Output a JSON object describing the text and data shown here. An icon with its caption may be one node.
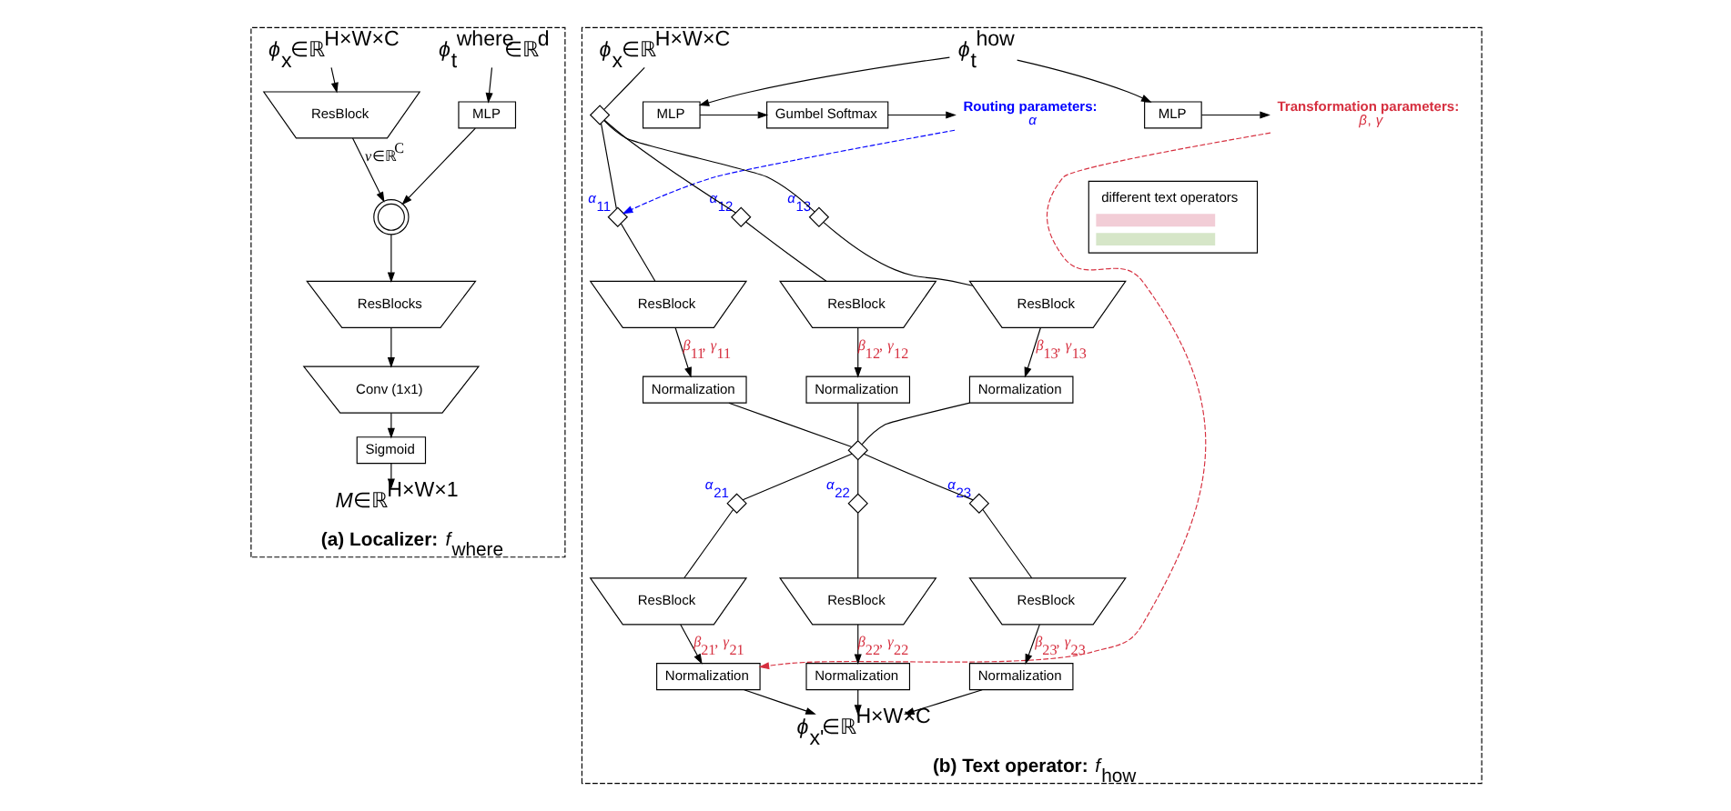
{
  "diagram": {
    "nodes": [
      {
        "text": [
          "**(a) Localizer:** *f*$_{where}$"
        ]
      },
      {
        "text": [
          "*ϕ*$_{t}$$^{where}$∈ℝ$^{d}$"
        ],
        "in": 0
      },
      {
        "text": [
          "MLP"
        ],
        "in": 0
      },
      {
        "text": [
          "*ϕ*$_{x}$∈ℝ$^{H×W×C}$"
        ],
        "in": 0
      },
      {
        "text": [
          "ResBlock"
        ],
        "in": 0
      },
      {
        "text": [],
        "shape": "circle",
        "in": 0
      },
      {
        "text": [
          "ResBlocks"
        ],
        "in": 0
      },
      {
        "text": [
          "Conv (1x1)"
        ],
        "in": 0
      },
      {
        "text": [
          "Sigmoid"
        ],
        "in": 0
      },
      {
        "text": [
          "*M*∈ℝ$^{H×W×1}$"
        ],
        "in": 0
      },
      {
        "text": [
          "**(b) Text operator:** *f*$_{how}$"
        ]
      },
      {
        "text": [
          "*ϕ*$_{t}$$^{how}$"
        ],
        "in": 10
      },
      {
        "text": [
          "MLP"
        ],
        "in": 10
      },
      {
        "text": [
          "Gumbel Softmax"
        ],
        "in": 10
      },
      {
        "text": [
          "Routing parameters:",
          "*α*"
        ],
        "in": 10
      },
      {
        "text": [
          "MLP"
        ],
        "in": 10
      },
      {
        "text": [
          "Transformation parameters:",
          "*β*, *γ*"
        ],
        "in": 10
      },
      {
        "text": [
          "*ϕ*$_{x}$∈ℝ$^{H×W×C}$"
        ],
        "in": 10
      },
      {
        "text": [],
        "shape": "diamond",
        "in": 10
      },
      {
        "text": [],
        "shape": "diamond",
        "beside": [
          "*α*$_{11}$"
        ],
        "in": 10
      },
      {
        "text": [],
        "shape": "diamond",
        "beside": [
          "*α*$_{12}$"
        ],
        "in": 10
      },
      {
        "text": [],
        "shape": "diamond",
        "beside": [
          "*α*$_{13}$"
        ],
        "in": 10
      },
      {
        "text": [
          "ResBlock"
        ],
        "in": 10
      },
      {
        "text": [
          "ResBlock"
        ],
        "in": 10
      },
      {
        "text": [
          "ResBlock"
        ],
        "in": 10
      },
      {
        "text": [
          "Normalization"
        ],
        "in": 10
      },
      {
        "text": [
          "Normalization"
        ],
        "in": 10
      },
      {
        "text": [
          "Normalization"
        ],
        "in": 10
      },
      {
        "text": [],
        "shape": "diamond",
        "in": 10
      },
      {
        "text": [],
        "shape": "diamond",
        "beside": [
          "*α*$_{21}$"
        ],
        "in": 10
      },
      {
        "text": [],
        "shape": "diamond",
        "beside": [
          "*α*$_{22}$"
        ],
        "in": 10
      },
      {
        "text": [],
        "shape": "diamond",
        "beside": [
          "*α*$_{23}$"
        ],
        "in": 10
      },
      {
        "text": [
          "ResBlock"
        ],
        "in": 10
      },
      {
        "text": [
          "ResBlock"
        ],
        "in": 10
      },
      {
        "text": [
          "ResBlock"
        ],
        "in": 10
      },
      {
        "text": [
          "Normalization"
        ],
        "in": 10
      },
      {
        "text": [
          "Normalization"
        ],
        "in": 10
      },
      {
        "text": [
          "Normalization"
        ],
        "in": 10
      },
      {
        "text": [
          "*ϕ*$_{x'}$∈ℝ$^{H×W×C}$"
        ],
        "in": 10
      }
    ],
    "edges": [
      {
        "from": 1,
        "to": 2,
        "arrow": "to"
      },
      {
        "from": 3,
        "to": 4,
        "arrow": "to"
      },
      {
        "from": 2,
        "to": 5,
        "arrow": "to"
      },
      {
        "from": 4,
        "to": 5,
        "arrow": "to",
        "label": "*v*∈ℝ$^{C}$"
      },
      {
        "from": 5,
        "to": 6,
        "arrow": "to"
      },
      {
        "from": 6,
        "to": 7,
        "arrow": "to"
      },
      {
        "from": 7,
        "to": 8,
        "arrow": "to"
      },
      {
        "from": 8,
        "to": 9,
        "arrow": "to"
      },
      {
        "from": 11,
        "to": 12,
        "arrow": "to"
      },
      {
        "from": 11,
        "to": 15,
        "arrow": "to"
      },
      {
        "from": 12,
        "to": 13,
        "arrow": "to"
      },
      {
        "from": 13,
        "to": 14,
        "arrow": "to"
      },
      {
        "from": 15,
        "to": 16,
        "arrow": "to"
      },
      {
        "from": 14,
        "to": 19,
        "arrow": "to",
        "style": "dashed",
        "color": "#0000ff"
      },
      {
        "from": 16,
        "to": 35,
        "arrow": "to",
        "style": "dashed",
        "color": "#d62f3f"
      },
      {
        "from": 17,
        "to": 18,
        "arrow": "none"
      },
      {
        "from": 18,
        "to": 19,
        "arrow": "none"
      },
      {
        "from": 18,
        "to": 20,
        "arrow": "none"
      },
      {
        "from": 18,
        "to": 21,
        "arrow": "none"
      },
      {
        "from": 19,
        "to": 22,
        "arrow": "none"
      },
      {
        "from": 20,
        "to": 23,
        "arrow": "none"
      },
      {
        "from": 21,
        "to": 24,
        "arrow": "none"
      },
      {
        "from": 22,
        "to": 25,
        "arrow": "to",
        "label": "*β*$_{11}$, *γ*$_{11}$"
      },
      {
        "from": 23,
        "to": 26,
        "arrow": "to",
        "label": "*β*$_{12}$, *γ*$_{12}$"
      },
      {
        "from": 24,
        "to": 27,
        "arrow": "to",
        "label": "*β*$_{13}$, *γ*$_{13}$"
      },
      {
        "from": 25,
        "to": 28,
        "arrow": "none"
      },
      {
        "from": 26,
        "to": 28,
        "arrow": "none"
      },
      {
        "from": 27,
        "to": 28,
        "arrow": "none"
      },
      {
        "from": 28,
        "to": 29,
        "arrow": "none"
      },
      {
        "from": 28,
        "to": 30,
        "arrow": "none"
      },
      {
        "from": 28,
        "to": 31,
        "arrow": "none"
      },
      {
        "from": 29,
        "to": 32,
        "arrow": "none"
      },
      {
        "from": 30,
        "to": 33,
        "arrow": "none"
      },
      {
        "from": 31,
        "to": 34,
        "arrow": "none"
      },
      {
        "from": 32,
        "to": 35,
        "arrow": "to",
        "label": "*β*$_{21}$, *γ*$_{21}$"
      },
      {
        "from": 33,
        "to": 36,
        "arrow": "to",
        "label": "*β*$_{22}$, *γ*$_{22}$"
      },
      {
        "from": 34,
        "to": 37,
        "arrow": "to",
        "label": "*β*$_{23}$, *γ*$_{23}$"
      },
      {
        "from": 35,
        "to": 38,
        "arrow": "to"
      },
      {
        "from": 36,
        "to": 38,
        "arrow": "to"
      },
      {
        "from": 37,
        "to": 38,
        "arrow": "to"
      }
    ],
    "legend": [
      {
        "text": "different text operators"
      }
    ]
  }
}
